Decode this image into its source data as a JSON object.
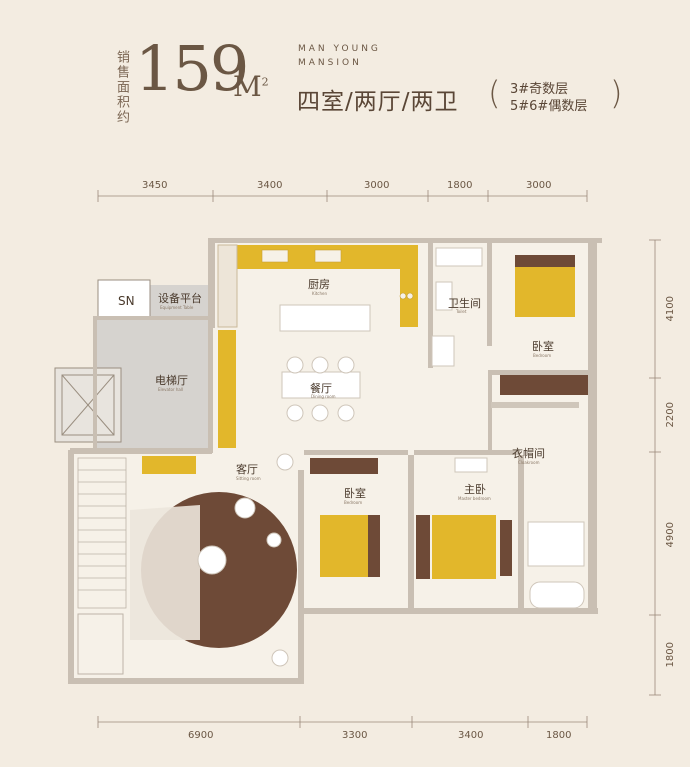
{
  "header": {
    "sale_area_label": "销售面积约",
    "area_value": "159",
    "area_unit": "M",
    "area_unit_sup": "2",
    "brand_line1": "MAN YOUNG",
    "brand_line2": "MANSION",
    "layout_title": "四室/两厅/两卫",
    "floor_note_1": "3#奇数层",
    "floor_note_2": "5#6#偶数层"
  },
  "dimensions": {
    "top": [
      "3450",
      "3400",
      "3000",
      "1800",
      "3000"
    ],
    "bottom": [
      "6900",
      "3300",
      "3400",
      "1800"
    ],
    "right": [
      "4100",
      "2200",
      "4900",
      "1800"
    ]
  },
  "rooms": {
    "kitchen": {
      "label": "厨房",
      "sub": "Kitchen"
    },
    "dining": {
      "label": "餐厅",
      "sub": "Dining room"
    },
    "living": {
      "label": "客厅",
      "sub": "Sitting room"
    },
    "elevator_hall": {
      "label": "电梯厅",
      "sub": "Elevator hall"
    },
    "equipment": {
      "label": "设备平台",
      "sub": "Equipment Table"
    },
    "sn": {
      "label": "SN"
    },
    "bathroom": {
      "label": "卫生间",
      "sub": "Toilet"
    },
    "bedroom_top": {
      "label": "卧室",
      "sub": "Bedroom"
    },
    "bedroom_mid": {
      "label": "卧室",
      "sub": "Bedroom"
    },
    "master": {
      "label": "主卧",
      "sub": "Master bedroom"
    },
    "closet": {
      "label": "衣帽间",
      "sub": "Cloakroom"
    }
  },
  "colors": {
    "background": "#f3ece1",
    "wall": "#c9bfb3",
    "yellow": "#e2b72b",
    "wood": "#6e4a37",
    "gray_floor": "#d6d3cf"
  }
}
